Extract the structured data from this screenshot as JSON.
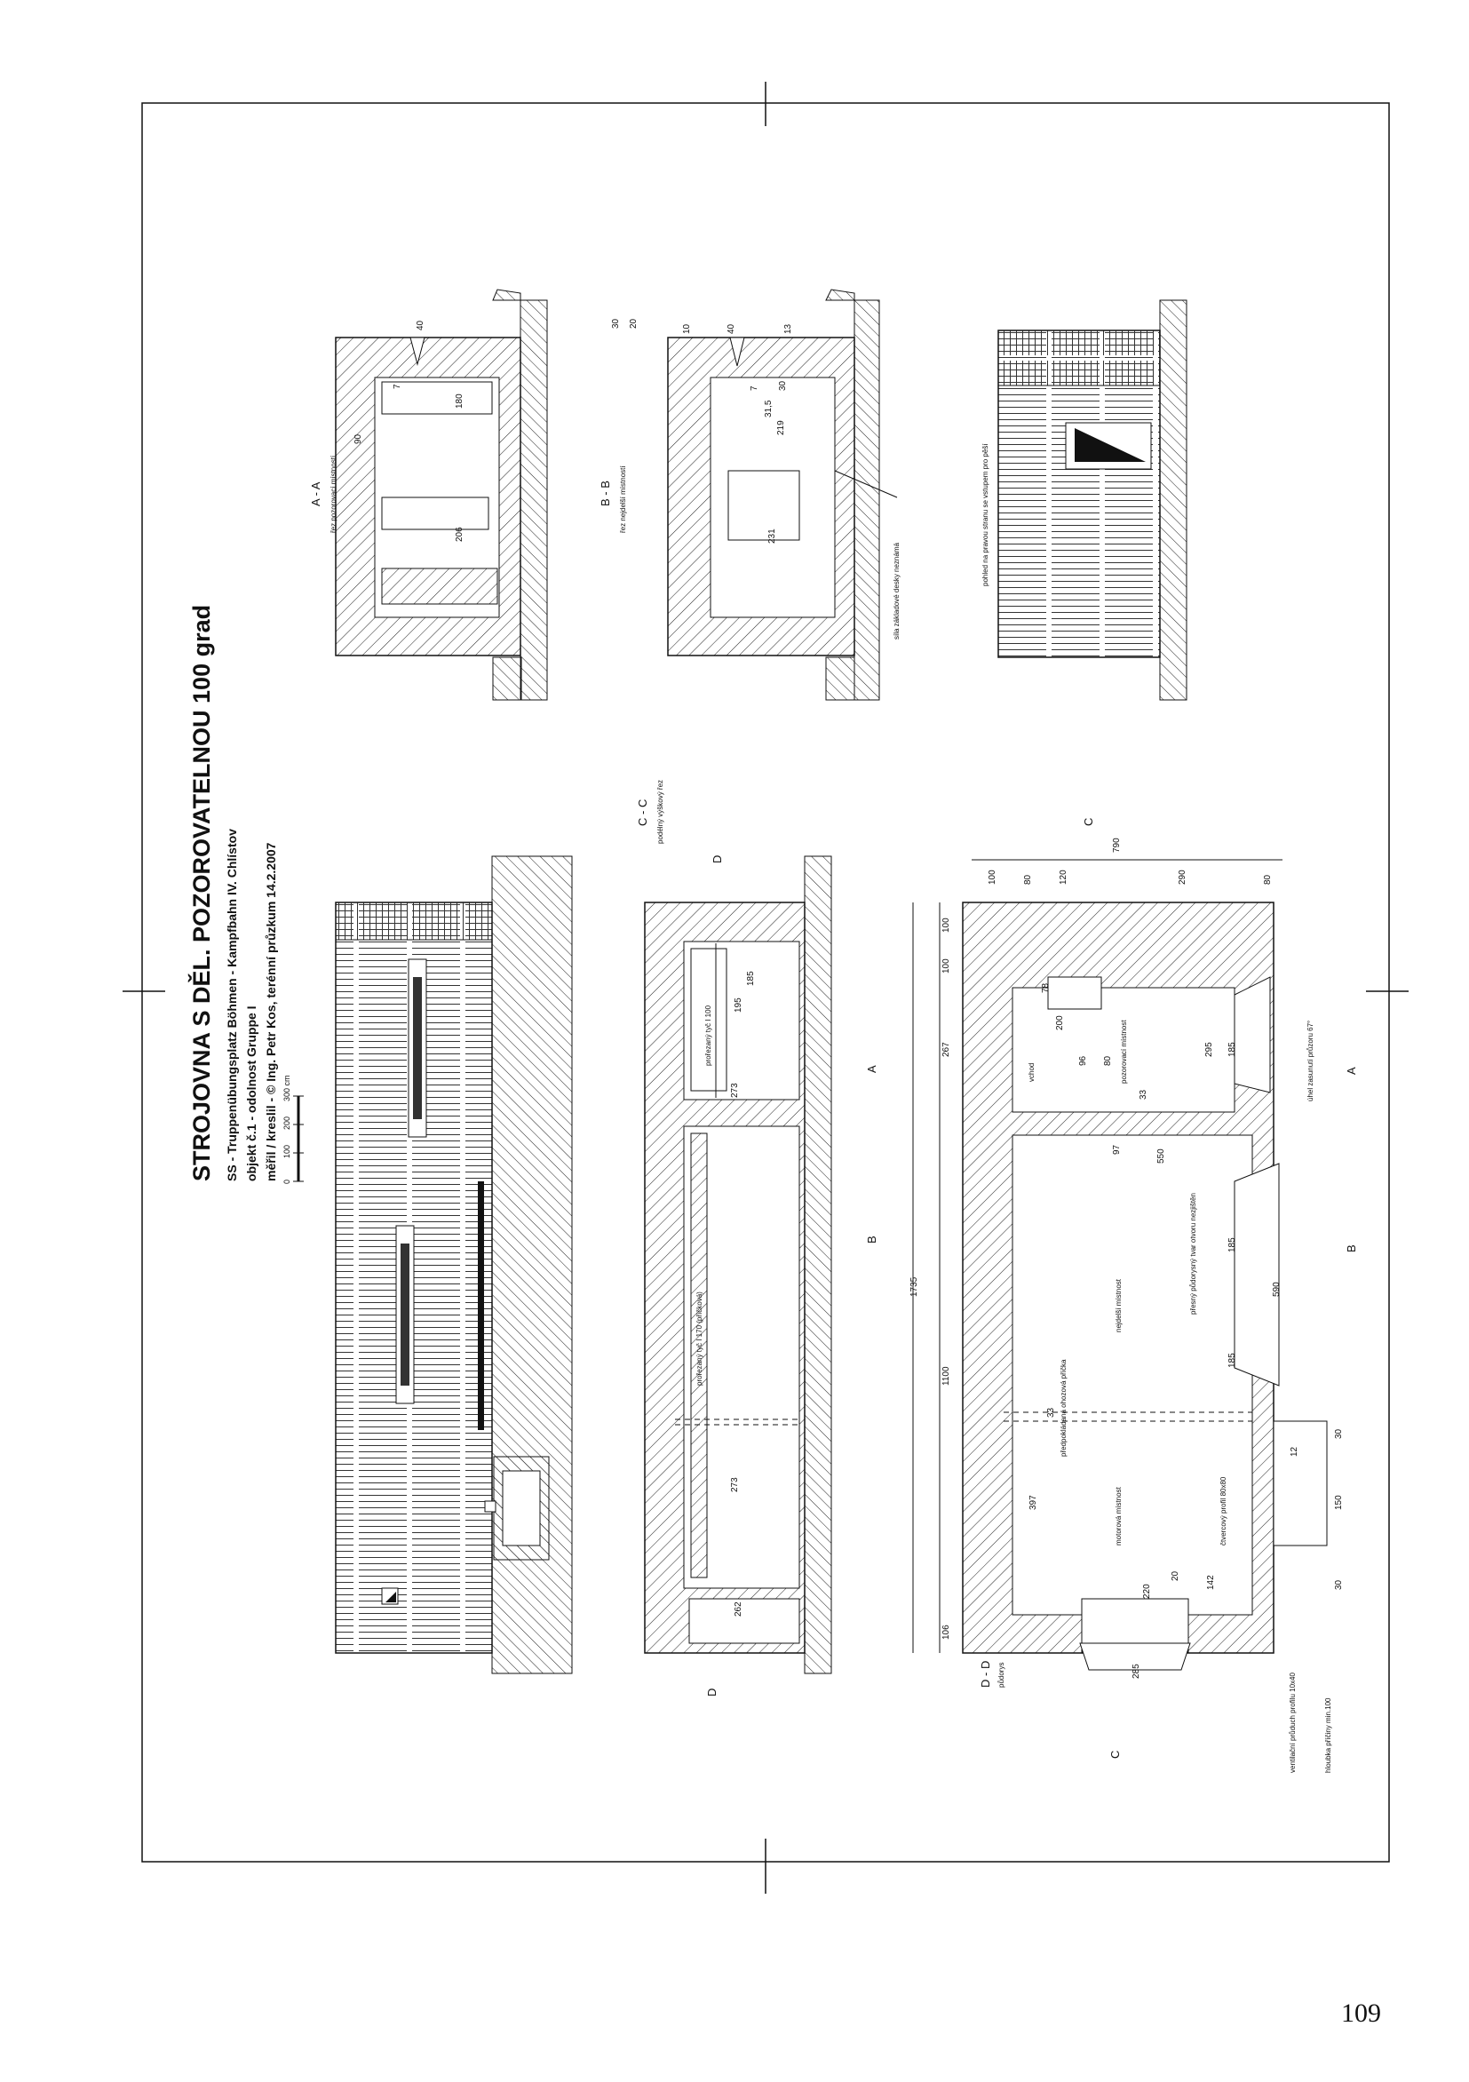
{
  "page_number": "109",
  "title": {
    "main": "STROJOVNA S DĚL. POZOROVATELNOU 100 grad",
    "line1": "SS - Truppenübungsplatz Böhmen - Kampfbahn IV. Chlístov",
    "line2": "objekt č.1 - odolnost Gruppe I",
    "line3": "měřil / kreslil - © Ing. Petr Kos, terénní průzkum 14.2.2007",
    "scale_ticks": [
      "0",
      "100",
      "200",
      "300 cm"
    ]
  },
  "sections": {
    "aa": {
      "label": "A - A",
      "sub": "řez pozorovací místností",
      "dims": [
        "40",
        "7",
        "180",
        "90",
        "206"
      ]
    },
    "bb": {
      "label": "B - B",
      "sub": "řez nejdelší místností",
      "dims": [
        "30",
        "20",
        "10",
        "40",
        "13",
        "7",
        "30",
        "31,5",
        "219",
        "231"
      ],
      "note": "síla základové desky neznámá"
    },
    "view": {
      "label": "pohled na pravou stranu se vstupem pro pěší"
    },
    "cc": {
      "label": "C - C",
      "sub": "podélný výškový řez",
      "dims": [
        "185",
        "195",
        "273",
        "273",
        "262"
      ],
      "label_prof1": "prořezaný tyč I 100",
      "label_prof2": "prořezaný tyč I 170 (příčková)",
      "marker_a": "A",
      "marker_b": "B",
      "marker_d1": "D",
      "marker_d2": "D"
    },
    "dd": {
      "label": "D - D",
      "sub": "půdorys",
      "top_dims": [
        "100",
        "80",
        "120",
        "290",
        "80"
      ],
      "total": "790",
      "left_dims": [
        "100",
        "100",
        "267",
        "1100",
        "106"
      ],
      "overall": "1735",
      "inner": [
        "200",
        "78",
        "96",
        "80",
        "295",
        "185",
        "33",
        "97",
        "550",
        "185",
        "590",
        "185",
        "33",
        "397",
        "30",
        "150",
        "30",
        "12",
        "220",
        "20",
        "142",
        "285"
      ],
      "rooms": [
        "vchod",
        "pozorovací místnost",
        "nejdelší místnost",
        "motorová místnost"
      ],
      "notes": [
        "úhel zasunutí průzoru 67°",
        "přesný půdorysný tvar otvoru nezjištěn",
        "předpokládaná ohozová příčka",
        "čtvercový profil 80x80",
        "ventilační průduch profilu 10x40",
        "hloubka příčiny min.100"
      ],
      "marker_a": "A",
      "marker_b": "B",
      "marker_c1": "C",
      "marker_c2": "C"
    }
  }
}
